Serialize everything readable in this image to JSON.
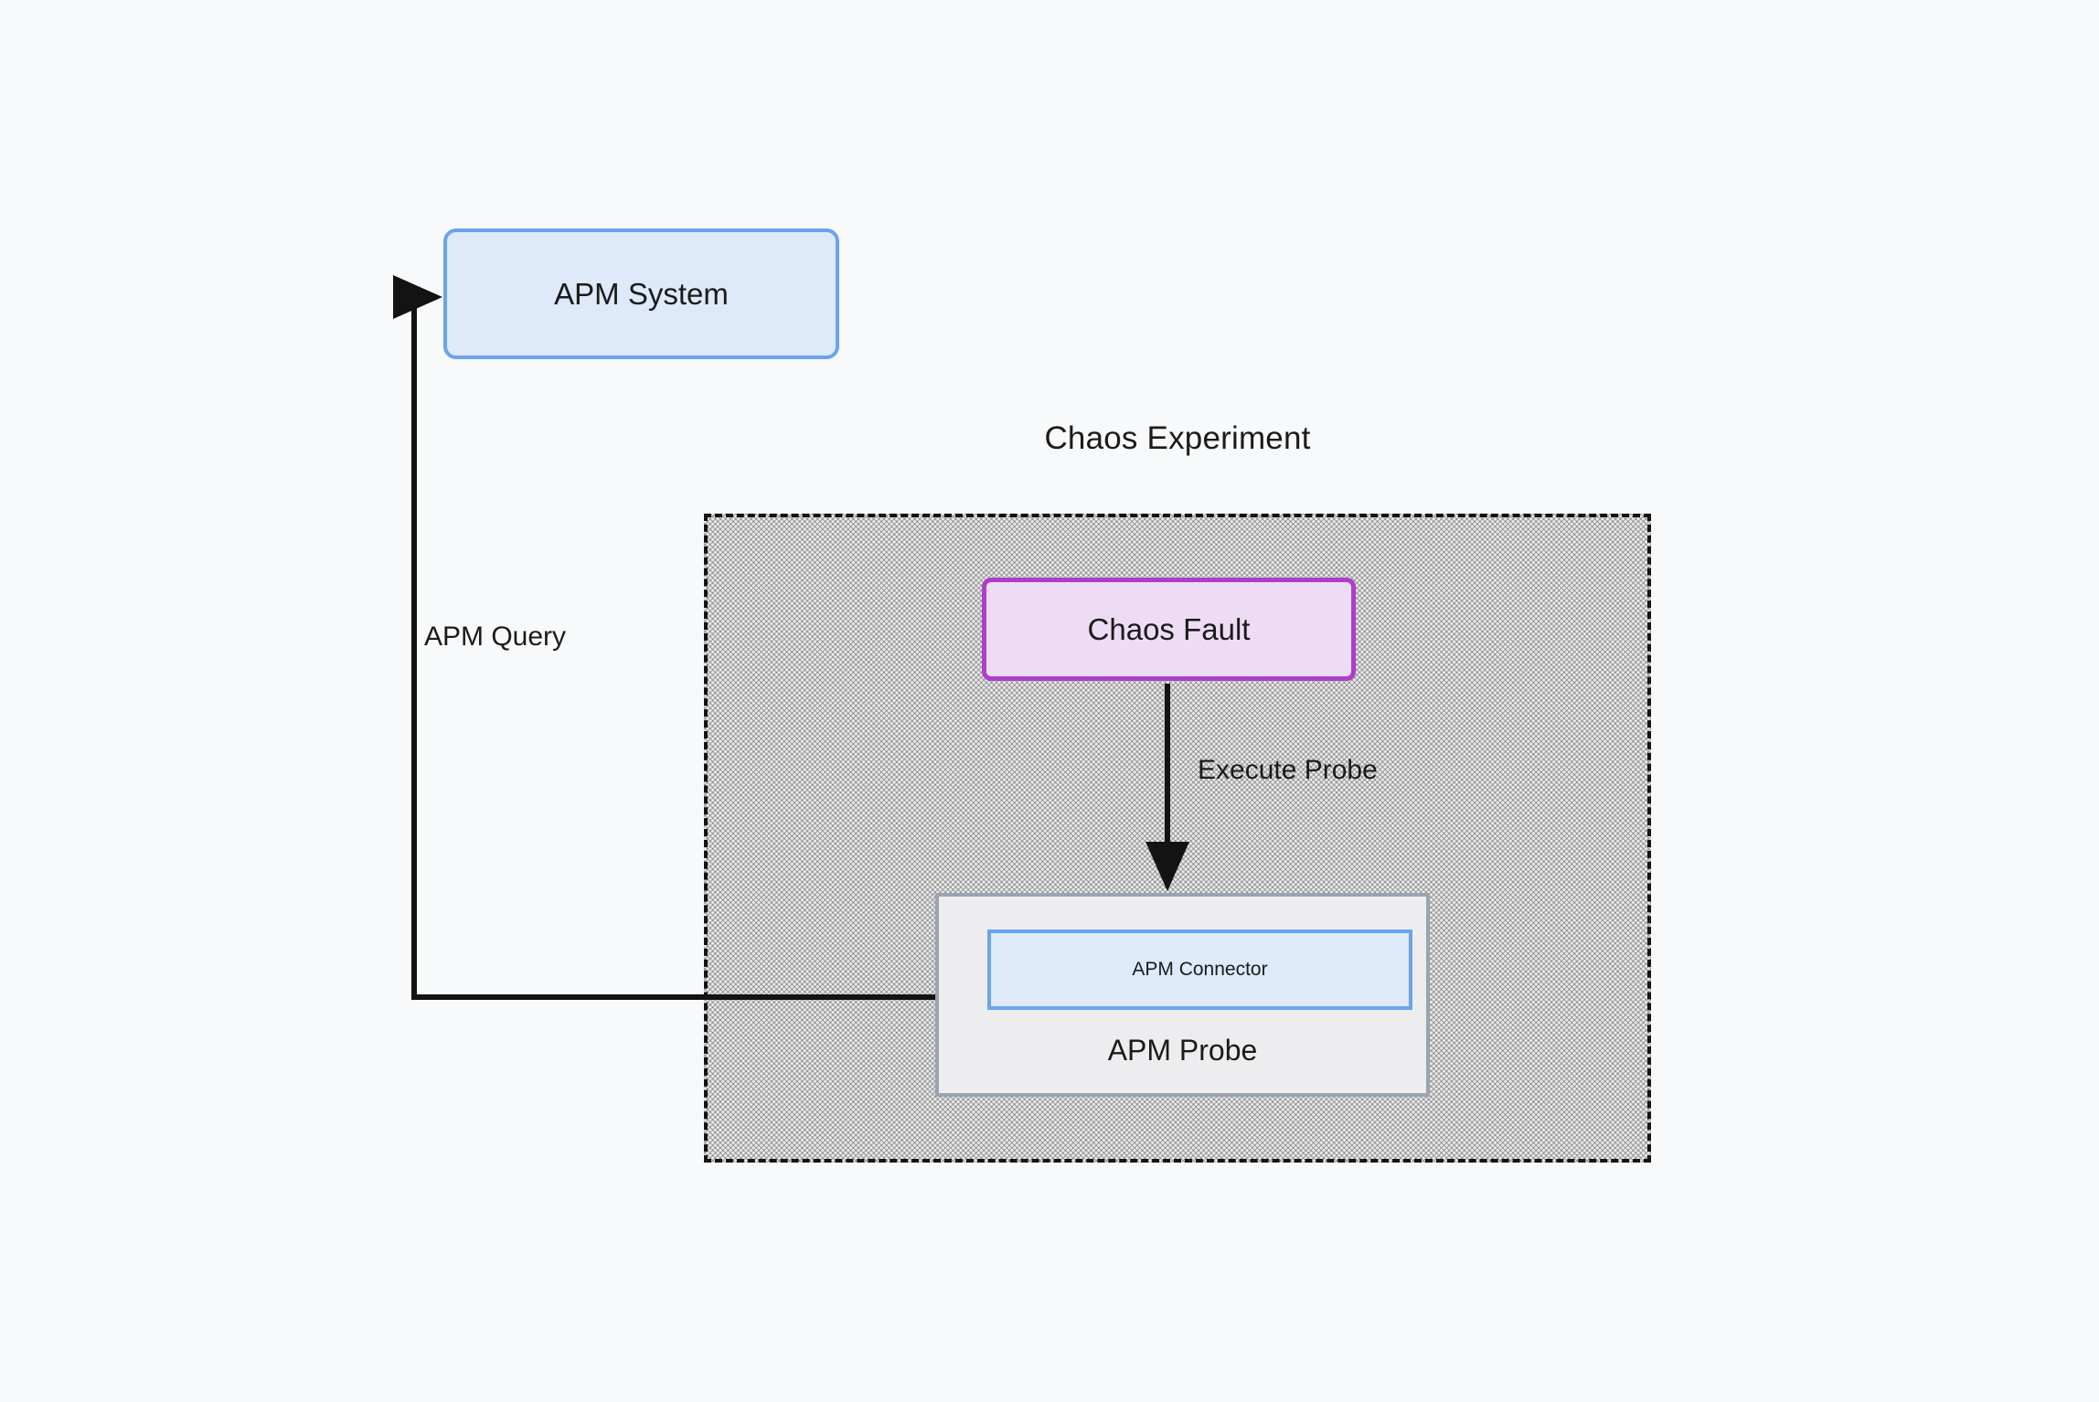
{
  "diagram": {
    "background_color": "#f7f9fb",
    "title": "Chaos Experiment",
    "groups": [
      {
        "id": "chaos-experiment",
        "label": "Chaos Experiment",
        "border_style": "dashed",
        "border_color": "#131313",
        "fill": "hatched-gray"
      }
    ],
    "nodes": {
      "apm_system": {
        "label": "APM System",
        "fill_color": "#dee9f9",
        "border_color": "#6aa4ec",
        "shape": "rounded-rectangle"
      },
      "chaos_fault": {
        "label": "Chaos Fault",
        "fill_color": "#eedcf4",
        "border_color": "#ab40c8",
        "shape": "rounded-rectangle"
      },
      "apm_probe": {
        "label": "APM Probe",
        "fill_color": "#ededef",
        "border_color": "#9ba3b0",
        "shape": "rectangle"
      },
      "apm_connector": {
        "label": "APM Connector",
        "fill_color": "#dee9f9",
        "border_color": "#6aa4ec",
        "shape": "rectangle"
      }
    },
    "edges": [
      {
        "id": "apm-query-edge",
        "label": "APM Query",
        "from": "apm_connector",
        "to": "apm_system",
        "style": "orthogonal",
        "arrowhead": "to"
      },
      {
        "id": "execute-probe-edge",
        "label": "Execute Probe",
        "from": "chaos_fault",
        "to": "apm_probe",
        "style": "straight",
        "arrowhead": "to"
      }
    ]
  }
}
